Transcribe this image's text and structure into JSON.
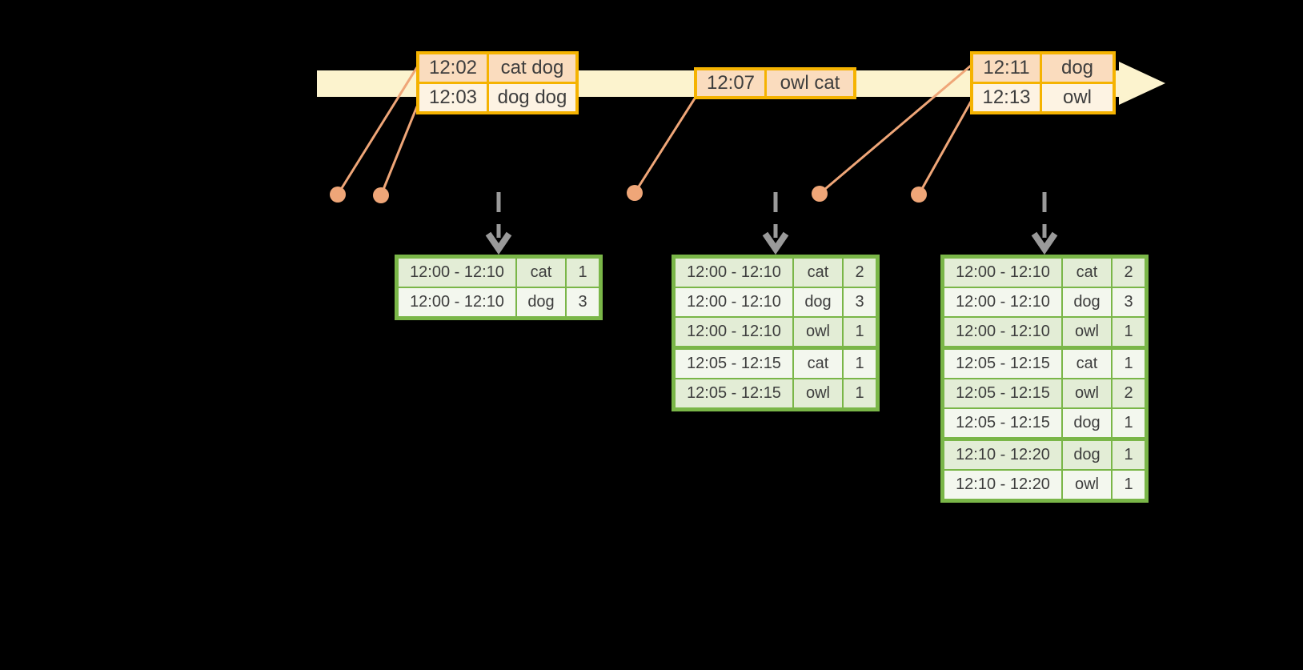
{
  "icons": {
    "timeline_arrow": "right-arrow-band",
    "event_dot": "filled-circle",
    "trigger_arrow": "dashed-down-arrow"
  },
  "colors": {
    "background": "#000000",
    "timeline_fill": "#fcf3ce",
    "event_table_border": "#f5b301",
    "event_row_dark": "#fadcbe",
    "event_row_light": "#fdf3e3",
    "connector_salmon": "#efa678",
    "result_table_border": "#7ab648",
    "result_row_dark": "#e3edd6",
    "result_row_light": "#f3f7ee",
    "trigger_arrow_gray": "#9a9a9a",
    "text": "#3d3d3d"
  },
  "event_tables": [
    {
      "rows": [
        {
          "time": "12:02",
          "words": "cat dog"
        },
        {
          "time": "12:03",
          "words": "dog dog"
        }
      ]
    },
    {
      "rows": [
        {
          "time": "12:07",
          "words": "owl cat"
        }
      ]
    },
    {
      "rows": [
        {
          "time": "12:11",
          "words": "dog"
        },
        {
          "time": "12:13",
          "words": "owl"
        }
      ]
    }
  ],
  "result_tables": [
    {
      "rows": [
        {
          "window": "12:00 - 12:10",
          "word": "cat",
          "count": "1"
        },
        {
          "window": "12:00 - 12:10",
          "word": "dog",
          "count": "3"
        }
      ]
    },
    {
      "rows": [
        {
          "window": "12:00 - 12:10",
          "word": "cat",
          "count": "2"
        },
        {
          "window": "12:00 - 12:10",
          "word": "dog",
          "count": "3"
        },
        {
          "window": "12:00 - 12:10",
          "word": "owl",
          "count": "1"
        },
        {
          "window": "12:05 - 12:15",
          "word": "cat",
          "count": "1"
        },
        {
          "window": "12:05 - 12:15",
          "word": "owl",
          "count": "1"
        }
      ]
    },
    {
      "rows": [
        {
          "window": "12:00 - 12:10",
          "word": "cat",
          "count": "2"
        },
        {
          "window": "12:00 - 12:10",
          "word": "dog",
          "count": "3"
        },
        {
          "window": "12:00 - 12:10",
          "word": "owl",
          "count": "1"
        },
        {
          "window": "12:05 - 12:15",
          "word": "cat",
          "count": "1"
        },
        {
          "window": "12:05 - 12:15",
          "word": "owl",
          "count": "2"
        },
        {
          "window": "12:05 - 12:15",
          "word": "dog",
          "count": "1"
        },
        {
          "window": "12:10 - 12:20",
          "word": "dog",
          "count": "1"
        },
        {
          "window": "12:10 - 12:20",
          "word": "owl",
          "count": "1"
        }
      ]
    }
  ]
}
